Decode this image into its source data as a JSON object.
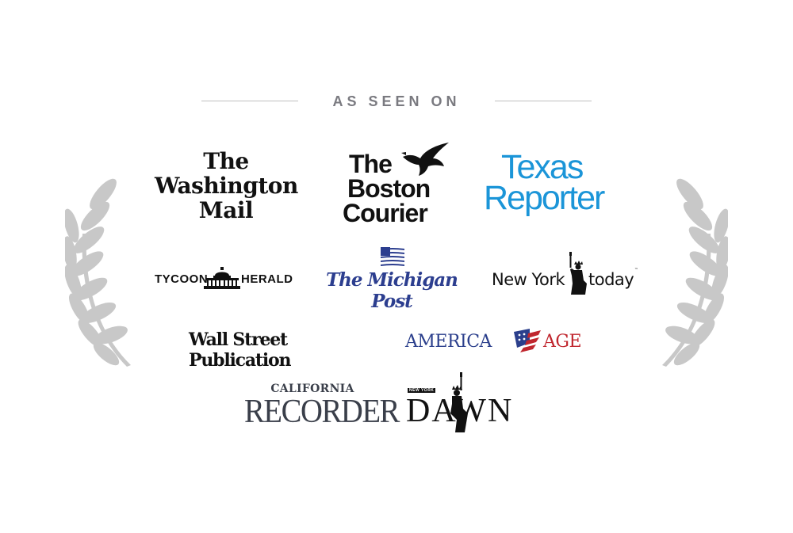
{
  "heading": "AS SEEN ON",
  "colors": {
    "heading": "#7a7a80",
    "laurel": "#c8c8c8",
    "texas_blue": "#1b95d8",
    "michigan_blue": "#2c3e8f",
    "america_blue": "#2b3f8c",
    "america_red": "#c0262e"
  },
  "logos": {
    "washington_mail": {
      "line1": "The",
      "line2": "Washington",
      "line3": "Mail"
    },
    "boston_courier": {
      "line1": "The",
      "line2": "Boston",
      "line3": "Courier",
      "icon": "eagle-icon"
    },
    "texas_reporter": {
      "line1": "Texas",
      "line2": "Reporter"
    },
    "tycoon_herald": {
      "word1": "TYCOON",
      "word2": "HERALD",
      "icon": "capitol-building-icon"
    },
    "michigan_post": {
      "text": "The Michigan Post",
      "icon": "us-flag-icon"
    },
    "new_york_today": {
      "word1": "New York",
      "word2": "today",
      "trademark": "™",
      "icon": "statue-of-liberty-icon"
    },
    "wall_street_publication": {
      "text": "Wall Street Publication"
    },
    "america_age": {
      "word1": "AMERICA",
      "word2": "AGE",
      "icon": "flag-shield-icon"
    },
    "california_recorder": {
      "line1": "CALIFORNIA",
      "line2": "RECORDER"
    },
    "new_york_dawn": {
      "tag": "NEW YORK",
      "text": "DAWN",
      "icon": "statue-of-liberty-icon"
    }
  }
}
